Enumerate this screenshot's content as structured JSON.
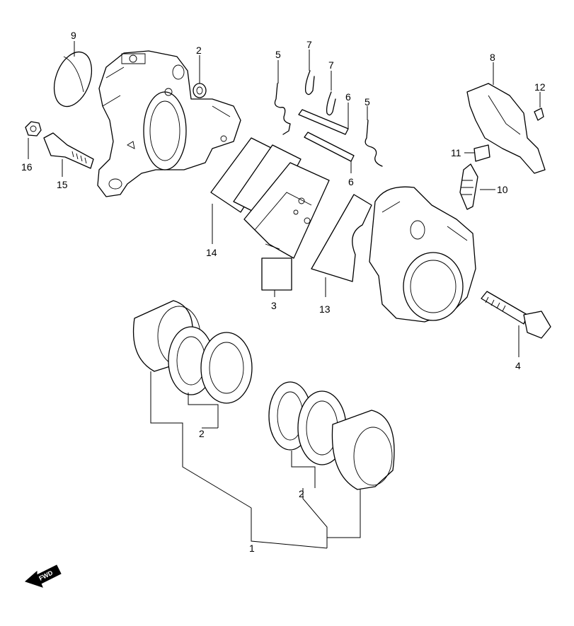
{
  "callouts": {
    "c1": "1",
    "c2a": "2",
    "c2b": "2",
    "c2c": "2",
    "c3": "3",
    "c4": "4",
    "c5a": "5",
    "c5b": "5",
    "c6a": "6",
    "c6b": "6",
    "c7a": "7",
    "c7b": "7",
    "c8": "8",
    "c9": "9",
    "c10": "10",
    "c11": "11",
    "c12": "12",
    "c13": "13",
    "c14": "14",
    "c15": "15",
    "c16": "16"
  },
  "direction_marker": "FWD",
  "colors": {
    "line": "#000000",
    "background": "#ffffff"
  }
}
